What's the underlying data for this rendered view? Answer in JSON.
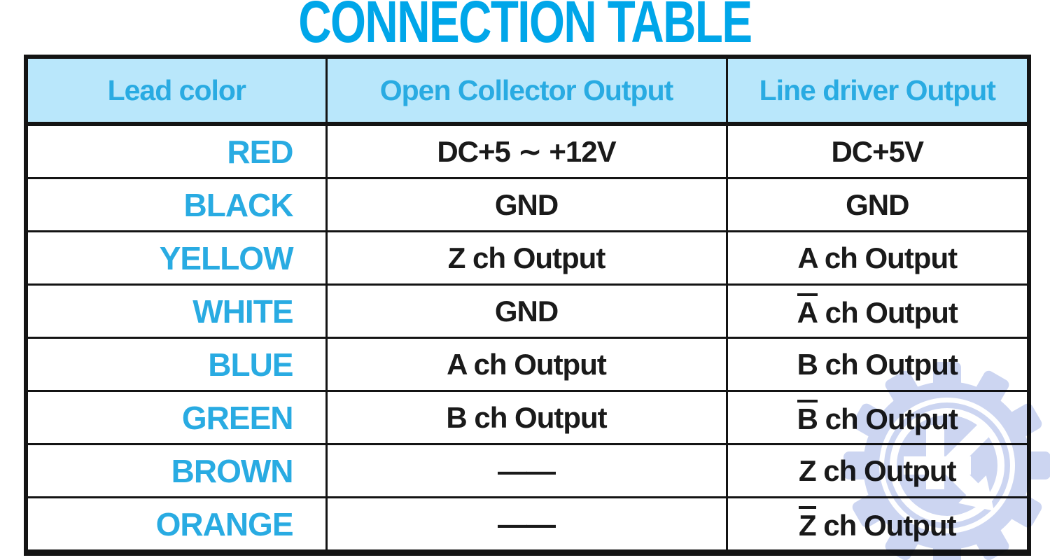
{
  "title": "CONNECTION TABLE",
  "colors": {
    "title_color": "#00a6e9",
    "accent_cyan": "#29abe2",
    "header_bg": "#b9e7fb",
    "text": "#1a1a1a",
    "border": "#141414",
    "watermark_fill": "#ccd5f1"
  },
  "watermark": {
    "icon": "gear-k-arrow-logo"
  },
  "chart_data": {
    "type": "table",
    "title": "CONNECTION TABLE",
    "columns": [
      "Lead color",
      "Open Collector Output",
      "Line driver Output"
    ],
    "rows": [
      [
        "RED",
        "DC+5 ∼ +12V",
        "DC+5V"
      ],
      [
        "BLACK",
        "GND",
        "GND"
      ],
      [
        "YELLOW",
        "Z ch Output",
        "A ch Output"
      ],
      [
        "WHITE",
        "GND",
        "A̅ ch Output"
      ],
      [
        "BLUE",
        "A ch Output",
        "B ch Output"
      ],
      [
        "GREEN",
        "B ch Output",
        "B̅ ch Output"
      ],
      [
        "BROWN",
        "——",
        "Z ch Output"
      ],
      [
        "ORANGE",
        "——",
        "Z̅ ch Output"
      ]
    ]
  },
  "table": {
    "headers": [
      "Lead color",
      "Open Collector Output",
      "Line driver Output"
    ],
    "rows": [
      {
        "lead": "RED",
        "oc": "DC+5 ∼ +12V",
        "ld": "DC+5V"
      },
      {
        "lead": "BLACK",
        "oc": "GND",
        "ld": "GND"
      },
      {
        "lead": "YELLOW",
        "oc": "Z ch Output",
        "ld": "A ch Output"
      },
      {
        "lead": "WHITE",
        "oc": "GND",
        "ld_over": "A",
        "ld": " ch Output"
      },
      {
        "lead": "BLUE",
        "oc": "A ch Output",
        "ld": "B ch Output"
      },
      {
        "lead": "GREEN",
        "oc": "B ch Output",
        "ld_over": "B",
        "ld": " ch Output"
      },
      {
        "lead": "BROWN",
        "oc": "——",
        "ld": "Z ch Output"
      },
      {
        "lead": "ORANGE",
        "oc": "——",
        "ld_over": "Z",
        "ld": " ch Output"
      }
    ]
  }
}
